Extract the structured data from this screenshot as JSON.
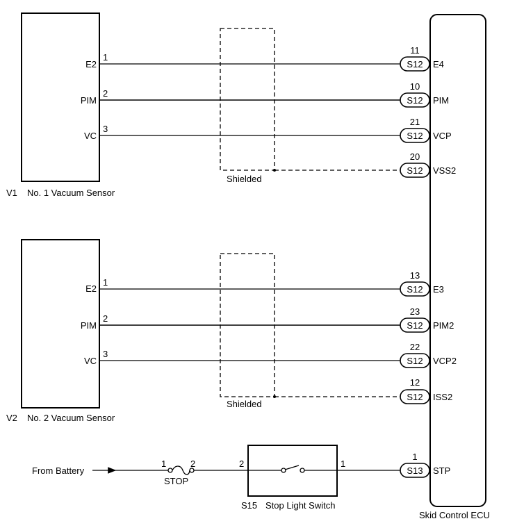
{
  "sensor1": {
    "code": "V1",
    "name": "No. 1 Vacuum Sensor",
    "pins": [
      {
        "label": "E2",
        "num": "1"
      },
      {
        "label": "PIM",
        "num": "2"
      },
      {
        "label": "VC",
        "num": "3"
      }
    ]
  },
  "sensor2": {
    "code": "V2",
    "name": "No. 2 Vacuum Sensor",
    "pins": [
      {
        "label": "E2",
        "num": "1"
      },
      {
        "label": "PIM",
        "num": "2"
      },
      {
        "label": "VC",
        "num": "3"
      }
    ]
  },
  "shield_label": "Shielded",
  "ecu": {
    "name": "Skid Control ECU",
    "terminals": [
      {
        "num": "11",
        "conn": "S12",
        "label": "E4"
      },
      {
        "num": "10",
        "conn": "S12",
        "label": "PIM"
      },
      {
        "num": "21",
        "conn": "S12",
        "label": "VCP"
      },
      {
        "num": "20",
        "conn": "S12",
        "label": "VSS2"
      },
      {
        "num": "13",
        "conn": "S12",
        "label": "E3"
      },
      {
        "num": "23",
        "conn": "S12",
        "label": "PIM2"
      },
      {
        "num": "22",
        "conn": "S12",
        "label": "VCP2"
      },
      {
        "num": "12",
        "conn": "S12",
        "label": "ISS2"
      },
      {
        "num": "1",
        "conn": "S13",
        "label": "STP"
      }
    ]
  },
  "battery_label": "From Battery",
  "fuse": {
    "name": "STOP",
    "pin_in": "1",
    "pin_out": "2"
  },
  "switch": {
    "code": "S15",
    "name": "Stop Light Switch",
    "pin_in": "2",
    "pin_out": "1"
  }
}
